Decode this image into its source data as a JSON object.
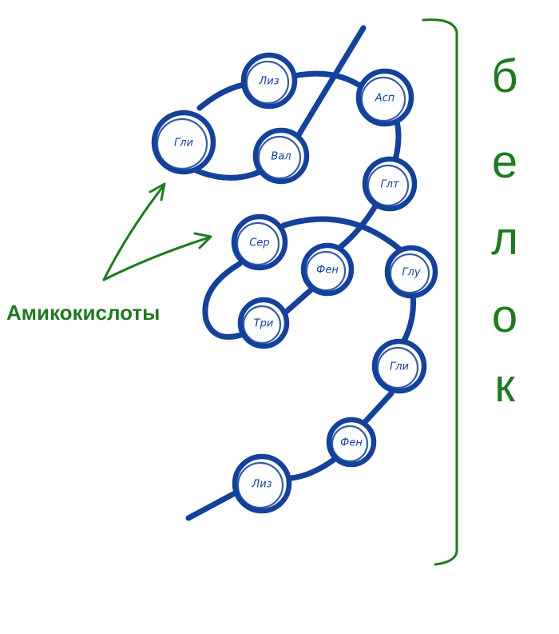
{
  "label": "Амикокислоты",
  "title_vertical": [
    "б",
    "е",
    "л",
    "о",
    "к"
  ],
  "amino_acids": [
    {
      "id": "n1",
      "label": "Лиз"
    },
    {
      "id": "n2",
      "label": "Асп"
    },
    {
      "id": "n3",
      "label": "Гли"
    },
    {
      "id": "n4",
      "label": "Вал"
    },
    {
      "id": "n5",
      "label": "Глт"
    },
    {
      "id": "n6",
      "label": "Сер"
    },
    {
      "id": "n7",
      "label": "Фен"
    },
    {
      "id": "n8",
      "label": "Глу"
    },
    {
      "id": "n9",
      "label": "Три"
    },
    {
      "id": "n10",
      "label": "Гли"
    },
    {
      "id": "n11",
      "label": "Фен"
    },
    {
      "id": "n12",
      "label": "Лиз"
    }
  ],
  "colors": {
    "chain": "#14419a",
    "annotation": "#1f7a1f"
  }
}
